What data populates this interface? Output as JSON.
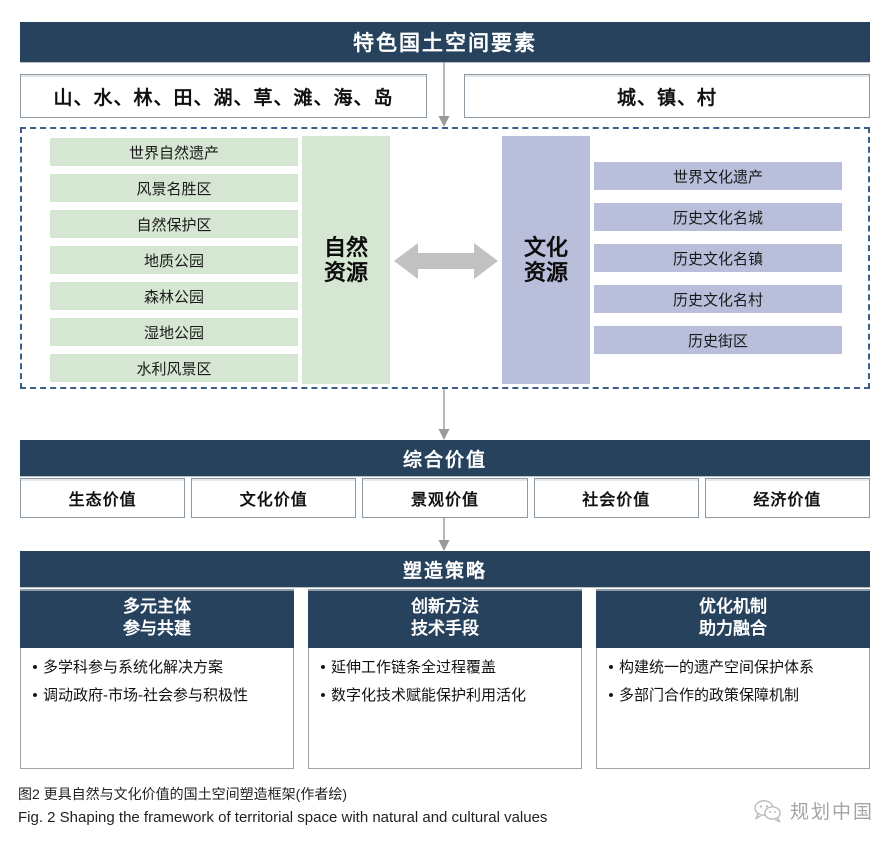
{
  "header": {
    "title": "特色国土空间要素"
  },
  "elements": [
    {
      "label": "山、水、林、田、湖、草、滩、海、岛"
    },
    {
      "label": "城、镇、村"
    }
  ],
  "resources": {
    "natural": {
      "band_line1": "自然",
      "band_line2": "资源",
      "items": [
        "世界自然遗产",
        "风景名胜区",
        "自然保护区",
        "地质公园",
        "森林公园",
        "湿地公园",
        "水利风景区"
      ],
      "color": "#d5e7d2"
    },
    "cultural": {
      "band_line1": "文化",
      "band_line2": "资源",
      "items": [
        "世界文化遗产",
        "历史文化名城",
        "历史文化名镇",
        "历史文化名村",
        "历史街区"
      ],
      "color": "#b9bfdb"
    },
    "exchange_icon": "double-arrow-horizontal"
  },
  "value": {
    "title": "综合价值",
    "items": [
      "生态价值",
      "文化价值",
      "景观价值",
      "社会价值",
      "经济价值"
    ]
  },
  "strategy": {
    "title": "塑造策略",
    "cards": [
      {
        "head_line1": "多元主体",
        "head_line2": "参与共建",
        "bullets": [
          "多学科参与系统化解决方案",
          "调动政府-市场-社会参与积极性"
        ]
      },
      {
        "head_line1": "创新方法",
        "head_line2": "技术手段",
        "bullets": [
          "延伸工作链条全过程覆盖",
          "数字化技术赋能保护利用活化"
        ]
      },
      {
        "head_line1": "优化机制",
        "head_line2": "助力融合",
        "bullets": [
          "构建统一的遗产空间保护体系",
          "多部门合作的政策保障机制"
        ]
      }
    ],
    "bullet_glyph": "•"
  },
  "caption": {
    "cn": "图2 更具自然与文化价值的国土空间塑造框架(作者绘)",
    "en": "Fig. 2  Shaping the framework of territorial space with natural and cultural values"
  },
  "watermark": {
    "icon": "wechat-icon",
    "label": "规划中国"
  },
  "colors": {
    "navy": "#27425c",
    "green": "#d5e7d2",
    "purple": "#b9bfdb",
    "dashed_border": "#3b5f87",
    "arrow_gray": "#c0c0c0",
    "connector_gray": "#9a9a9a"
  }
}
